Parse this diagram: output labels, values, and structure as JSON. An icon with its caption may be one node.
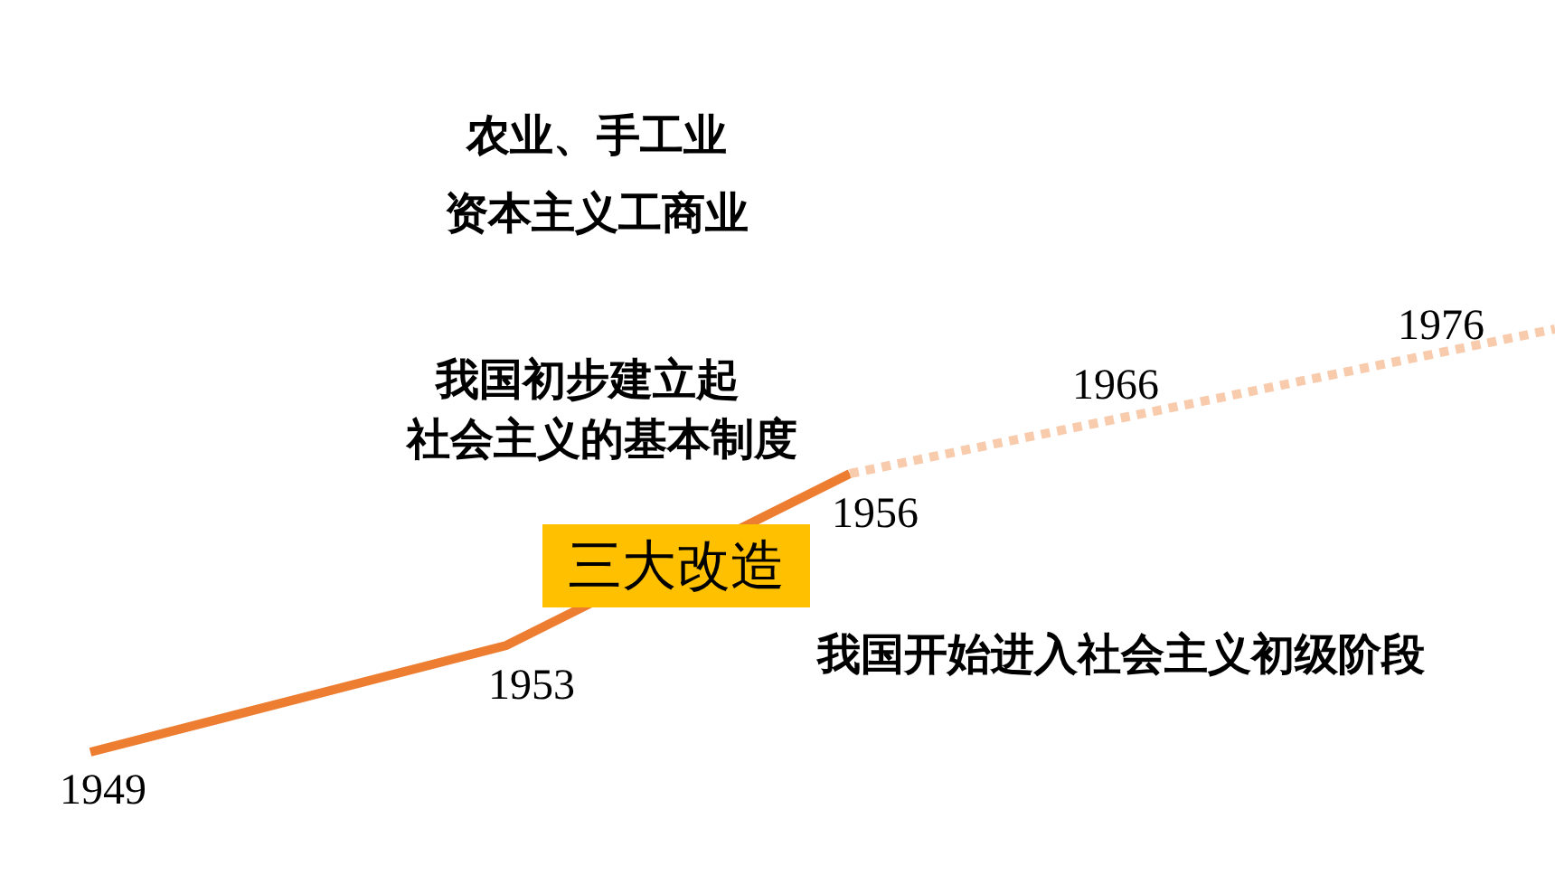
{
  "diagram": {
    "nodes": [
      {
        "text": [
          "三大改造"
        ]
      }
    ],
    "labels": [
      "农业、手工业",
      "资本主义工商业",
      "我国初步建立起",
      "社会主义的基本制度",
      "1976",
      "1966",
      "1956",
      "1953",
      "我国开始进入社会主义初级阶段",
      "1949"
    ]
  }
}
